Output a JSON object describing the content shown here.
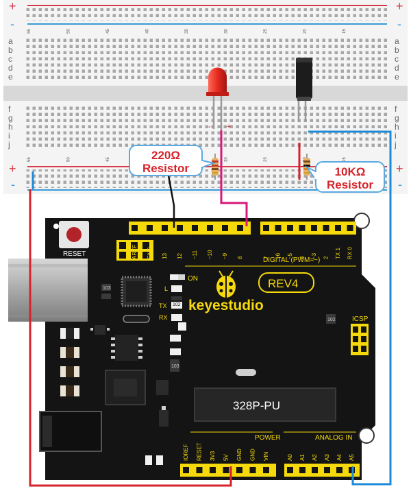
{
  "breadboard": {
    "plus": "+",
    "minus": "-",
    "row_letters_top": [
      "a",
      "b",
      "c",
      "d",
      "e"
    ],
    "row_letters_bottom": [
      "f",
      "g",
      "h",
      "i",
      "j"
    ],
    "column_numbers": [
      "55",
      "50",
      "45",
      "40",
      "35",
      "30",
      "25",
      "20",
      "15"
    ]
  },
  "led": {
    "minus_label": "-",
    "plus_label": "+"
  },
  "labels": {
    "resistor_220_value": "220Ω",
    "resistor_220_word": "Resistor",
    "resistor_10k_value": "10KΩ",
    "resistor_10k_word": "Resistor"
  },
  "board": {
    "reset": "RESET",
    "brand": "keyestudio",
    "rev": "REV4",
    "on": "ON",
    "l": "L",
    "tx": "TX",
    "rx": "RX",
    "icsp": "ICSP",
    "chip": "328P-PU",
    "digital": "DIGITAL (PWM=~)",
    "power": "POWER",
    "analog": "ANALOG IN",
    "res_102_a": "102",
    "res_102_b": "102",
    "res_103_a": "103",
    "res_103_b": "103",
    "digital_pins_left": [
      "AREF",
      "GND",
      "13",
      "12",
      "~11",
      "~10",
      "~9",
      "8"
    ],
    "digital_pins_right": [
      "7",
      "~6",
      "~5",
      "4",
      "~3",
      "2",
      "TX 1",
      "RX 0"
    ],
    "power_pins": [
      "IOREF",
      "RESET",
      "3V3",
      "5V",
      "GND",
      "GND",
      "VIN"
    ],
    "analog_pins": [
      "A0",
      "A1",
      "A2",
      "A3",
      "A4",
      "A5"
    ]
  },
  "colors": {
    "rail_red": "#d63b4b",
    "rail_blue": "#3a9ad9",
    "wire_red": "#d6232a",
    "wire_blue": "#1d8ad8",
    "wire_pink": "#d6197a",
    "wire_black": "#111111",
    "board_black": "#141414",
    "header_yellow": "#f5d90a",
    "label_text": "#d6232a"
  }
}
